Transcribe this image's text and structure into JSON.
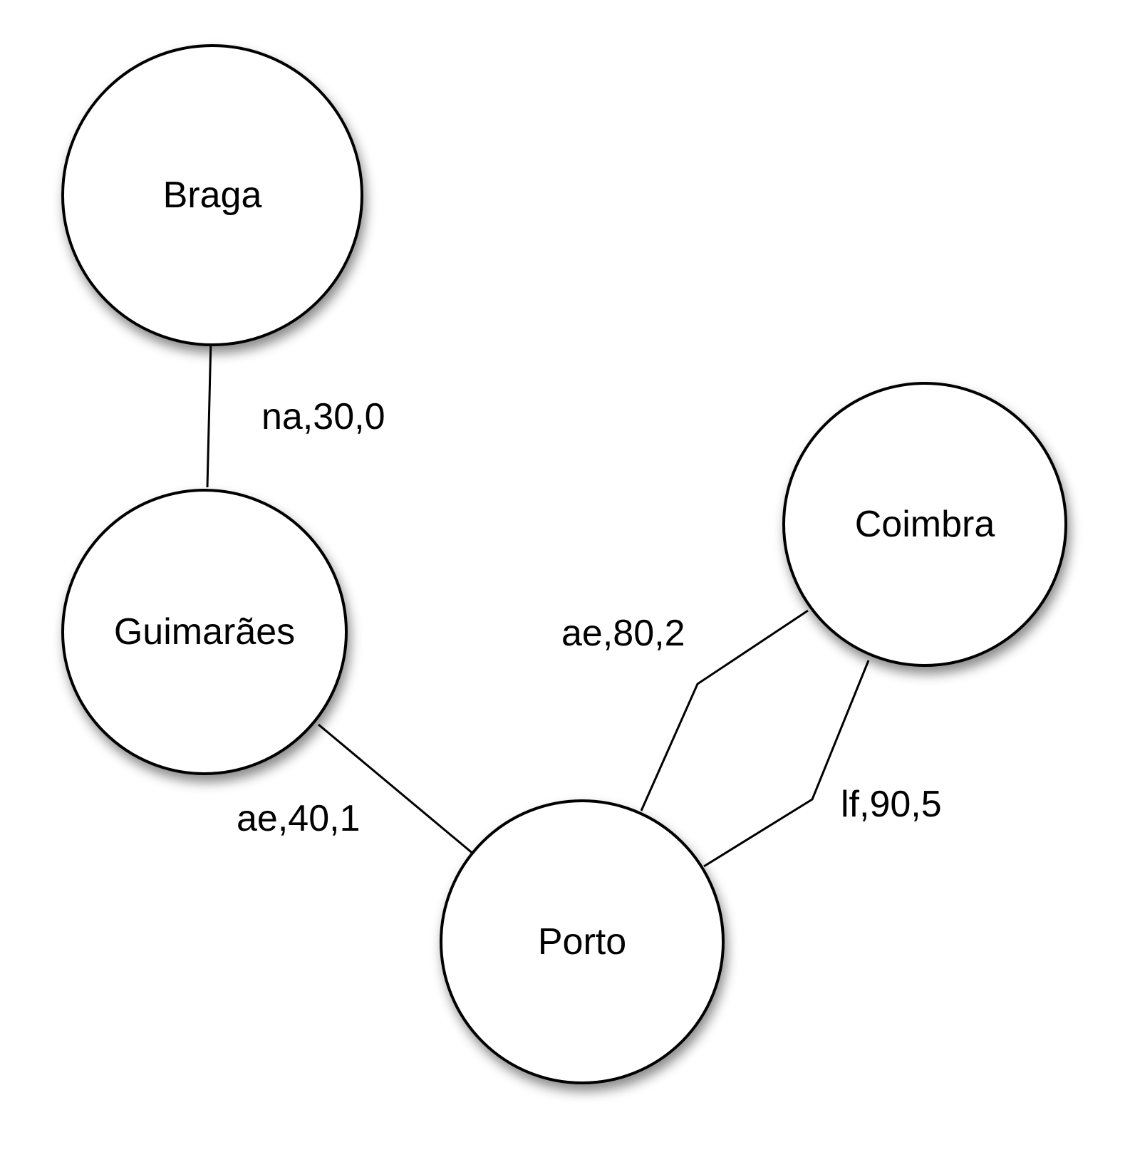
{
  "nodes": {
    "braga": {
      "label": "Braga"
    },
    "guimaraes": {
      "label": "Guimarães"
    },
    "porto": {
      "label": "Porto"
    },
    "coimbra": {
      "label": "Coimbra"
    }
  },
  "edges": {
    "braga_guimaraes": {
      "label": "na,30,0"
    },
    "guimaraes_porto": {
      "label": "ae,40,1"
    },
    "porto_coimbra_upper": {
      "label": "ae,80,2"
    },
    "porto_coimbra_lower": {
      "label": "lf,90,5"
    }
  }
}
